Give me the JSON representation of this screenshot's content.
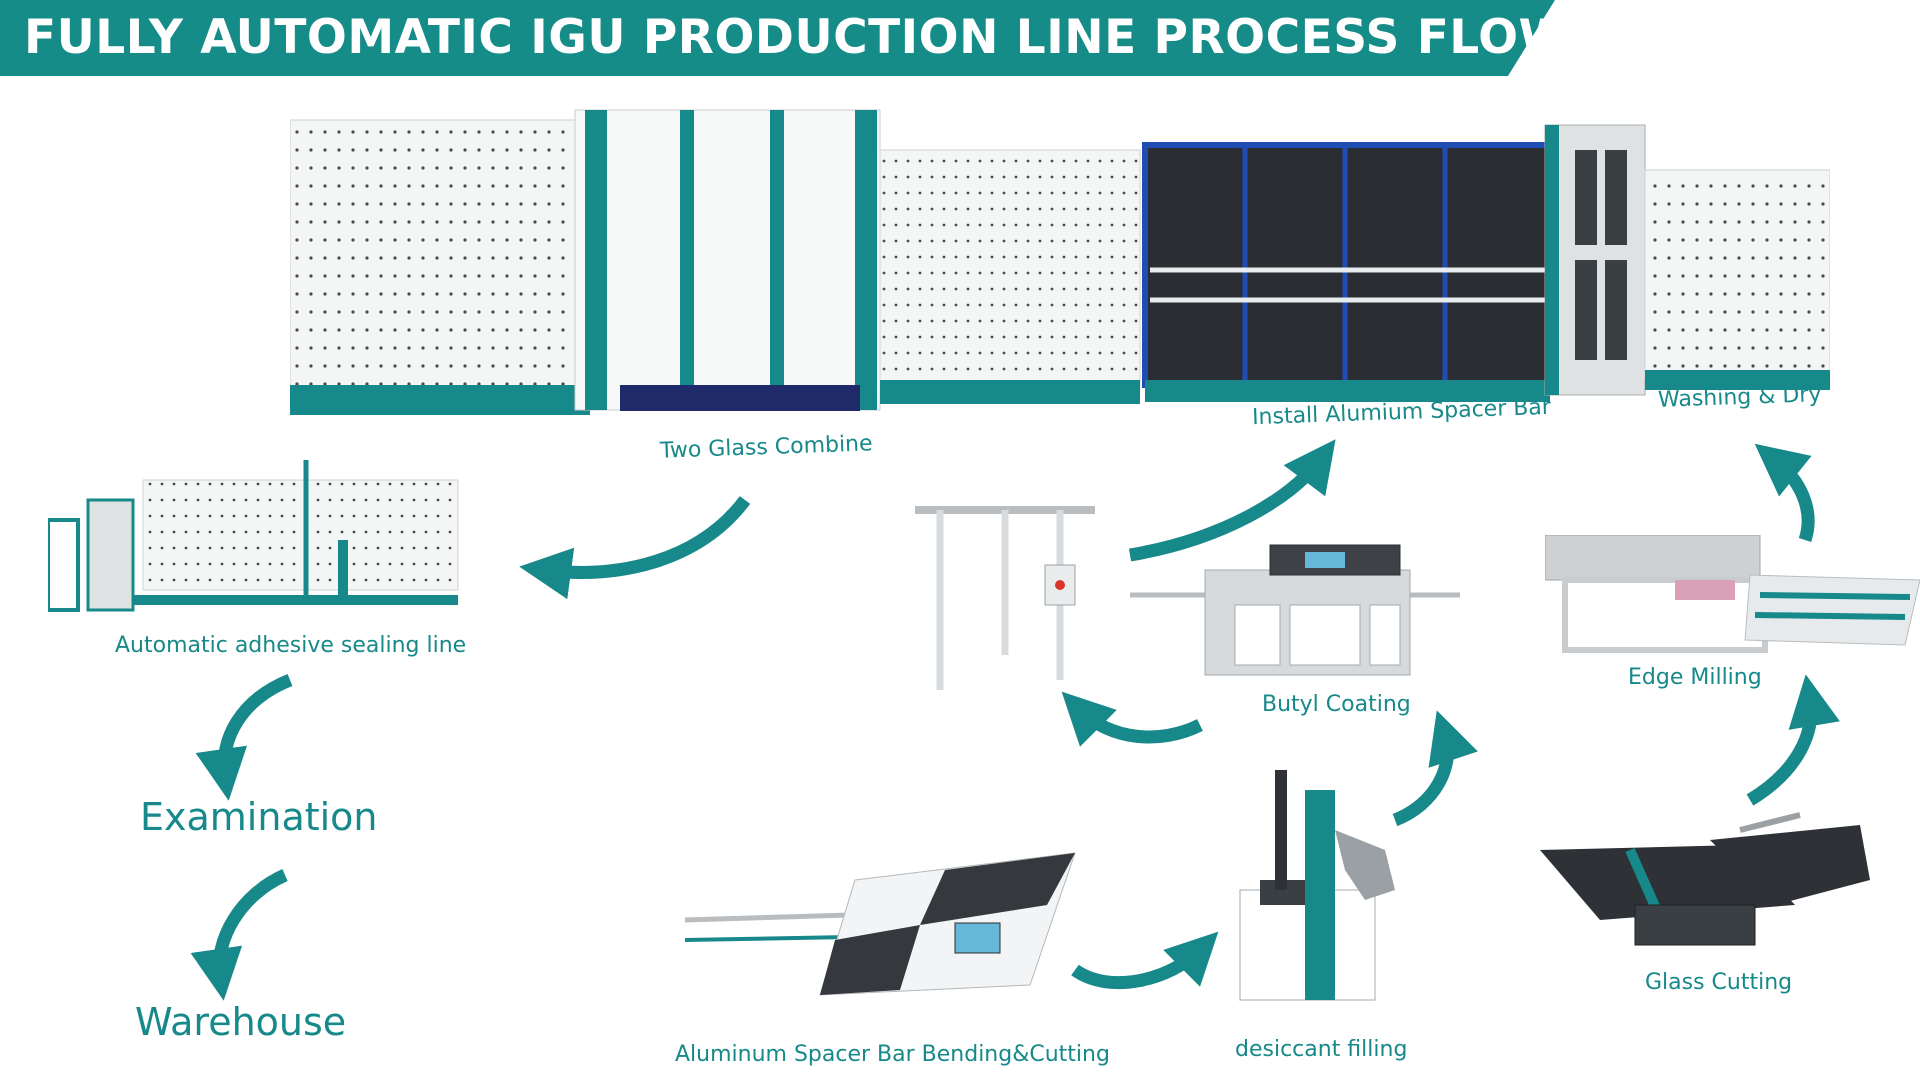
{
  "title": "FULLY AUTOMATIC IGU PRODUCTION LINE PROCESS FLOW",
  "colors": {
    "teal": "#17898a",
    "banner": "#168c89",
    "panel": "#f1f3f3",
    "dots": "#4a4a4a",
    "steel": "#c9ccce",
    "dark": "#2b2f33",
    "blue": "#1f4db3"
  },
  "steps": {
    "two_glass_combine": "Two Glass Combine",
    "install_spacer": "Install Alumium Spacer Bar",
    "washing_dry": "Washing & Dry",
    "adhesive_sealing": "Automatic adhesive sealing line",
    "examination": "Examination",
    "warehouse": "Warehouse",
    "butyl_coating": "Butyl Coating",
    "edge_milling": "Edge Milling",
    "glass_cutting": "Glass Cutting",
    "spacer_bending": "Aluminum Spacer Bar Bending&Cutting",
    "desiccant_filling": "desiccant filling"
  },
  "icons": [
    "production-line-machine",
    "sealing-line-machine",
    "spacer-frame-rack",
    "butyl-coating-machine",
    "edge-milling-machine",
    "glass-cutting-table",
    "spacer-bending-machine",
    "desiccant-filling-machine",
    "flow-arrow"
  ]
}
